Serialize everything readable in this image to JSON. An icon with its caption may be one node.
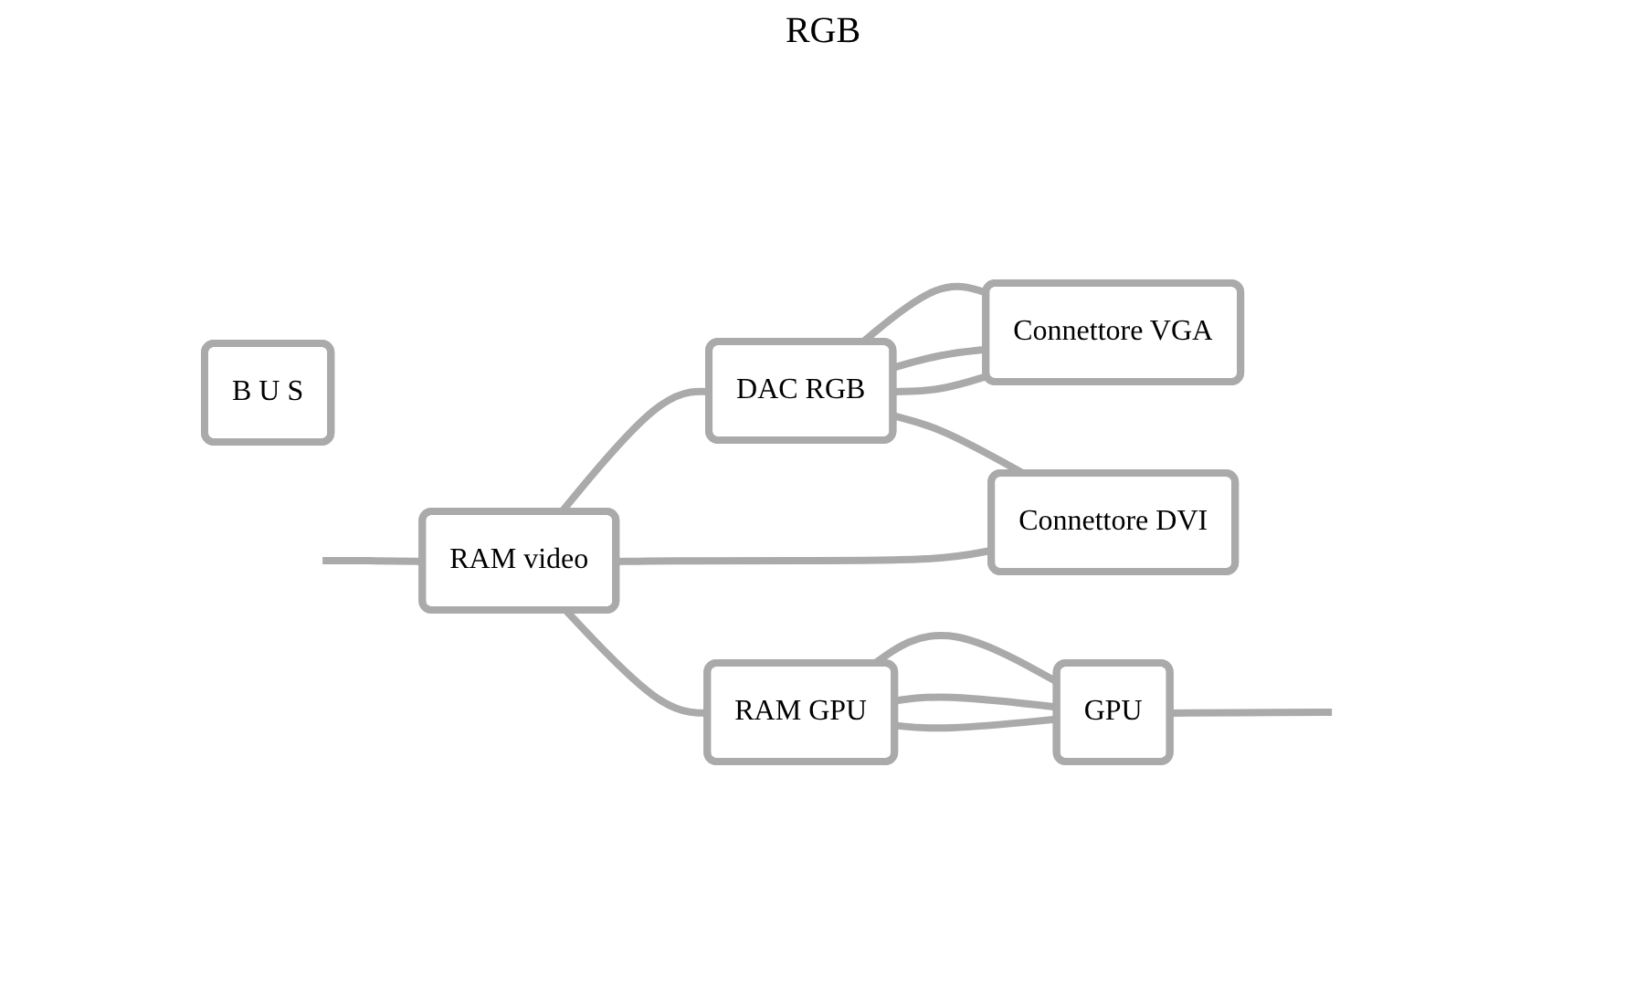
{
  "diagram": {
    "nodes": [
      {
        "text": [
          "B U S"
        ]
      },
      {
        "text": [
          "RAM video"
        ]
      },
      {
        "text": [
          "DAC RGB"
        ]
      },
      {
        "text": [
          "Connettore VGA"
        ]
      },
      {
        "text": [
          "RAM GPU"
        ]
      },
      {
        "text": [
          "Connettore DVI"
        ]
      },
      {
        "text": [
          "GPU"
        ]
      }
    ],
    "edges": [
      {
        "from": null,
        "to": 1,
        "arrow": "none"
      },
      {
        "from": 1,
        "to": 4,
        "arrow": "none"
      },
      {
        "from": 1,
        "to": 2,
        "arrow": "none"
      },
      {
        "from": 2,
        "to": 3,
        "arrow": "none"
      },
      {
        "from": 2,
        "to": 3,
        "arrow": "none"
      },
      {
        "from": 2,
        "to": 3,
        "arrow": "none"
      },
      {
        "from": 2,
        "to": 5,
        "arrow": "none"
      },
      {
        "from": 1,
        "to": 5,
        "arrow": "none"
      },
      {
        "from": 4,
        "to": 6,
        "arrow": "none"
      },
      {
        "from": 4,
        "to": 6,
        "arrow": "none"
      },
      {
        "from": 4,
        "to": 6,
        "arrow": "none"
      },
      {
        "from": 6,
        "to": null,
        "arrow": "none"
      }
    ],
    "labels": [
      "RGB"
    ]
  }
}
